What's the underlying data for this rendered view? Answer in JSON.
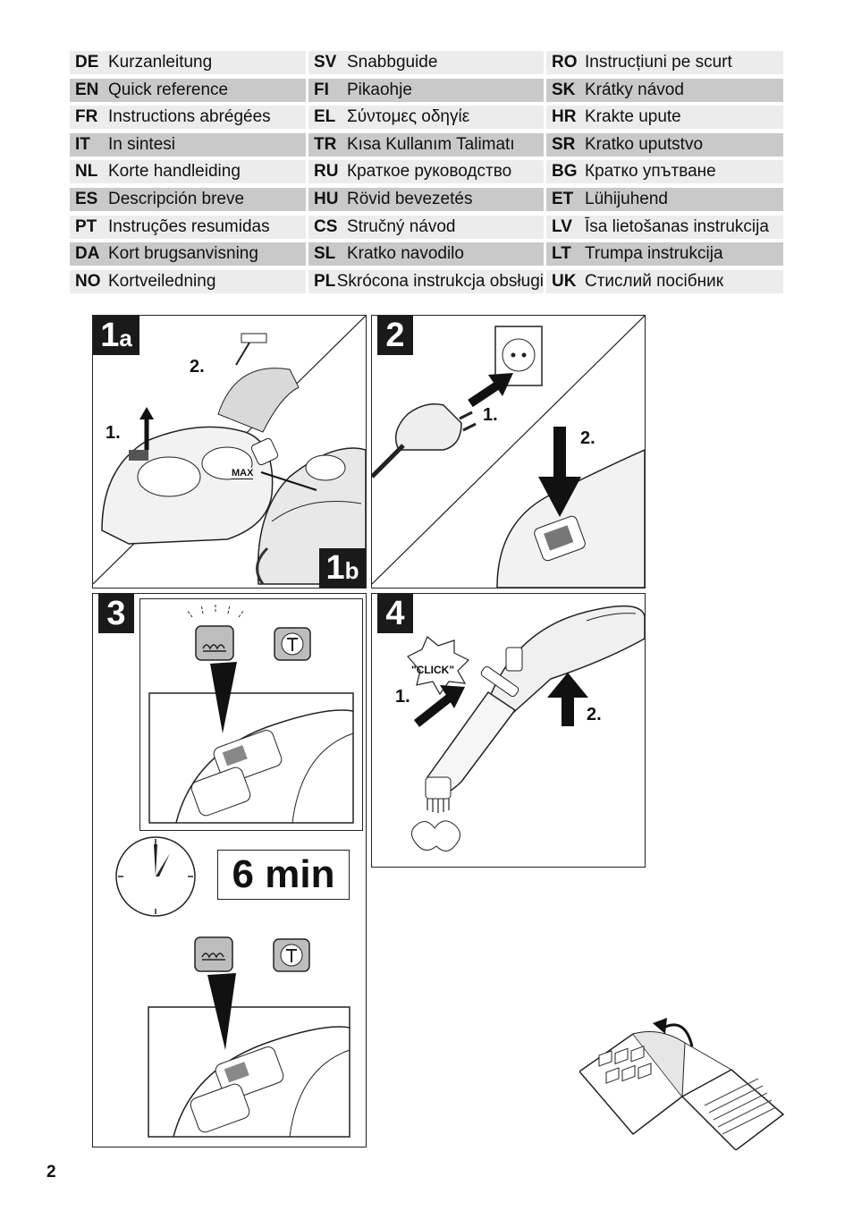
{
  "languages": [
    [
      {
        "code": "DE",
        "text": "Kurzanleitung"
      },
      {
        "code": "SV",
        "text": "Snabbguide"
      },
      {
        "code": "RO",
        "text": "Instrucțiuni pe scurt"
      }
    ],
    [
      {
        "code": "EN",
        "text": "Quick reference"
      },
      {
        "code": "FI",
        "text": "Pikaohje"
      },
      {
        "code": "SK",
        "text": "Krátky návod"
      }
    ],
    [
      {
        "code": "FR",
        "text": "Instructions abrégées"
      },
      {
        "code": "EL",
        "text": "Σύντομες οδηγίε"
      },
      {
        "code": "HR",
        "text": "Krakte upute"
      }
    ],
    [
      {
        "code": "IT",
        "text": "In sintesi"
      },
      {
        "code": "TR",
        "text": "Kısa Kullanım Talimatı"
      },
      {
        "code": "SR",
        "text": "Kratko uputstvo"
      }
    ],
    [
      {
        "code": "NL",
        "text": "Korte handleiding"
      },
      {
        "code": "RU",
        "text": "Краткое руководство"
      },
      {
        "code": "BG",
        "text": "Кратко упътване"
      }
    ],
    [
      {
        "code": "ES",
        "text": "Descripción breve"
      },
      {
        "code": "HU",
        "text": "Rövid bevezetés"
      },
      {
        "code": "ET",
        "text": "Lühijuhend"
      }
    ],
    [
      {
        "code": "PT",
        "text": "Instruções resumidas"
      },
      {
        "code": "CS",
        "text": "Stručný návod"
      },
      {
        "code": "LV",
        "text": "Īsa lietošanas instrukcija"
      }
    ],
    [
      {
        "code": "DA",
        "text": "Kort brugsanvisning"
      },
      {
        "code": "SL",
        "text": "Kratko navodilo"
      },
      {
        "code": "LT",
        "text": "Trumpa instrukcija"
      }
    ],
    [
      {
        "code": "NO",
        "text": "Kortveiledning"
      },
      {
        "code": "PL",
        "text": "Skrócona instrukcja obsługi"
      },
      {
        "code": "UK",
        "text": "Стислий посібник"
      }
    ]
  ],
  "panels": {
    "p1": {
      "badge_main": "1",
      "badge_sub": "a",
      "badge2_main": "1",
      "badge2_sub": "b",
      "step1": "1.",
      "step2": "2.",
      "max_label": "MAX"
    },
    "p2": {
      "badge": "2",
      "step1": "1.",
      "step2": "2."
    },
    "p3": {
      "badge": "3",
      "timer": "6 min"
    },
    "p4": {
      "badge": "4",
      "click": "\"CLICK\"",
      "step1": "1.",
      "step2": "2."
    }
  },
  "page_number": "2",
  "icons": [
    "heating-indicator-icon",
    "steam-ready-icon",
    "clock-icon",
    "open-manual-icon"
  ]
}
